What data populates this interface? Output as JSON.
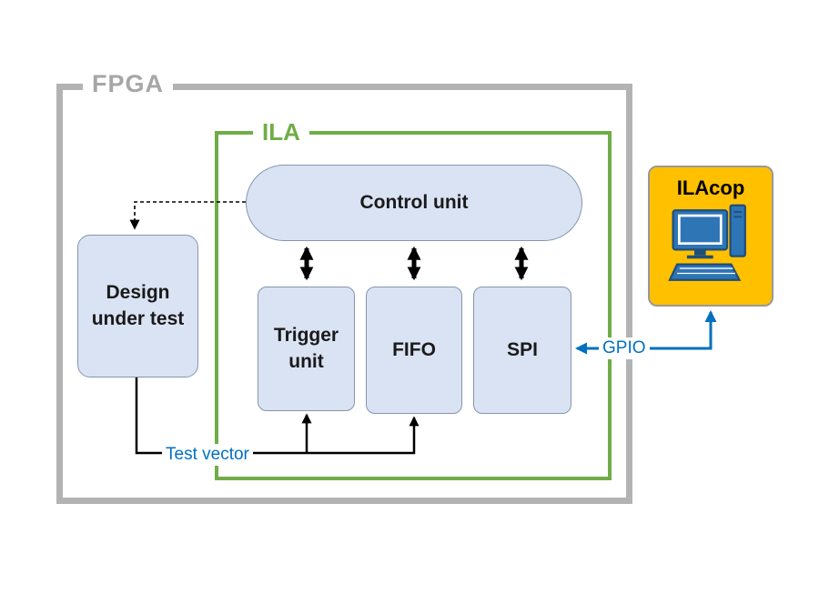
{
  "diagram": {
    "fpga": {
      "label": "FPGA"
    },
    "ila": {
      "label": "ILA"
    },
    "blocks": {
      "control_unit": {
        "label": "Control unit"
      },
      "trigger_unit": {
        "label": "Trigger unit"
      },
      "fifo": {
        "label": "FIFO"
      },
      "spi": {
        "label": "SPI"
      },
      "design_under_test": {
        "label": "Design under test"
      },
      "ilacop": {
        "label": "ILAcop"
      }
    },
    "signals": {
      "test_vector": {
        "label": "Test vector"
      },
      "gpio": {
        "label": "GPIO"
      }
    },
    "colors": {
      "fpga_border": "#b3b3b3",
      "fpga_label_gray": "#a6a6a6",
      "ila_green": "#70ad47",
      "block_fill": "#dae3f3",
      "block_border": "#8497b0",
      "ilacop_fill": "#ffc000",
      "signal_blue": "#0070c0",
      "arrow_black": "#000000",
      "icon_blue_dark": "#1f4e79",
      "icon_blue": "#2e75b6"
    }
  }
}
